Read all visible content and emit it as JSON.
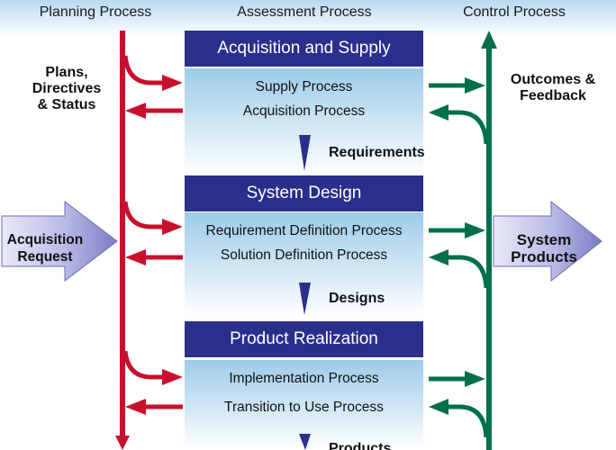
{
  "headers": {
    "planning": "Planning Process",
    "assessment": "Assessment Process",
    "control": "Control Process"
  },
  "side_labels": {
    "plans_line1": "Plans,",
    "plans_line2": "Directives",
    "plans_line3": "& Status",
    "outcomes_line1": "Outcomes &",
    "outcomes_line2": "Feedback"
  },
  "big_arrows": {
    "input_line1": "Acquisition",
    "input_line2": "Request",
    "output_line1": "System",
    "output_line2": "Products"
  },
  "groups": [
    {
      "title": "Acquisition and Supply",
      "process1": "Supply Process",
      "process2": "Acquisition Process",
      "flow_out": "Requirements"
    },
    {
      "title": "System Design",
      "process1": "Requirement Definition Process",
      "process2": "Solution Definition Process",
      "flow_out": "Designs"
    },
    {
      "title": "Product Realization",
      "process1": "Implementation Process",
      "process2": "Transition to Use Process",
      "flow_out": "Products"
    }
  ],
  "colors": {
    "red_line": "#c8102e",
    "green_line": "#00704a",
    "box_title": "#2b2f8c",
    "process_panel_top": "#9ccbe9",
    "big_arrow": "#8e8fd0"
  }
}
